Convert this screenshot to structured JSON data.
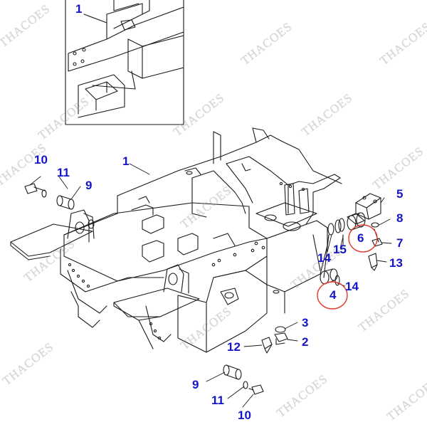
{
  "watermark": "THACOES",
  "callouts": {
    "detail_1": "1",
    "main_1": "1",
    "p10_top": "10",
    "p11_top": "11",
    "p9_top": "9",
    "p5": "5",
    "p8": "8",
    "p6": "6",
    "p7": "7",
    "p13": "13",
    "p14_a": "14",
    "p15": "15",
    "p4": "4",
    "p14_b": "14",
    "p3": "3",
    "p2": "2",
    "p12": "12",
    "p9_bot": "9",
    "p11_bot": "11",
    "p10_bot": "10"
  },
  "colors": {
    "label": "#1515c8",
    "highlight_circle": "#e03a2a",
    "line": "#1a1a1a"
  }
}
